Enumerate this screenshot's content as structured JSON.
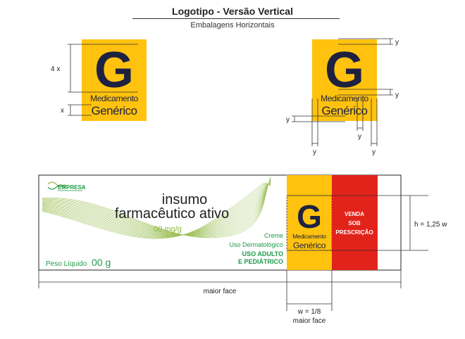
{
  "header": {
    "title": "Logotipo - Versão Vertical",
    "subtitle": "Embalagens Horizontais"
  },
  "logo": {
    "letter": "G",
    "line1": "Medicamento",
    "line2": "Genérico"
  },
  "dimensions": {
    "four_x": "4 x",
    "x": "x",
    "y": "y",
    "height_rule": "h = 1,25 w",
    "major_face": "maior face",
    "width_rule_1": "w = 1/8",
    "width_rule_2": "maior face"
  },
  "package": {
    "brand": "EMPRESA",
    "product_line1": "insumo",
    "product_line2": "farmacêutico ativo",
    "dose": "00 mg/g",
    "form": "Creme",
    "use": "Uso Dermatológico",
    "audience_line1": "USO ADULTO",
    "audience_line2": "E PEDIÁTRICO",
    "weight_label": "Peso Líquido",
    "weight_value": "00 g",
    "rx_line1": "VENDA",
    "rx_line2": "SOB",
    "rx_line3": "PRESCRIÇÃO"
  },
  "colors": {
    "logo_yellow": "#FFC20E",
    "logo_navy": "#1E2140",
    "rx_red": "#E2231A",
    "brand_green": "#1E9A49",
    "wave_green": "#8DB63C"
  }
}
